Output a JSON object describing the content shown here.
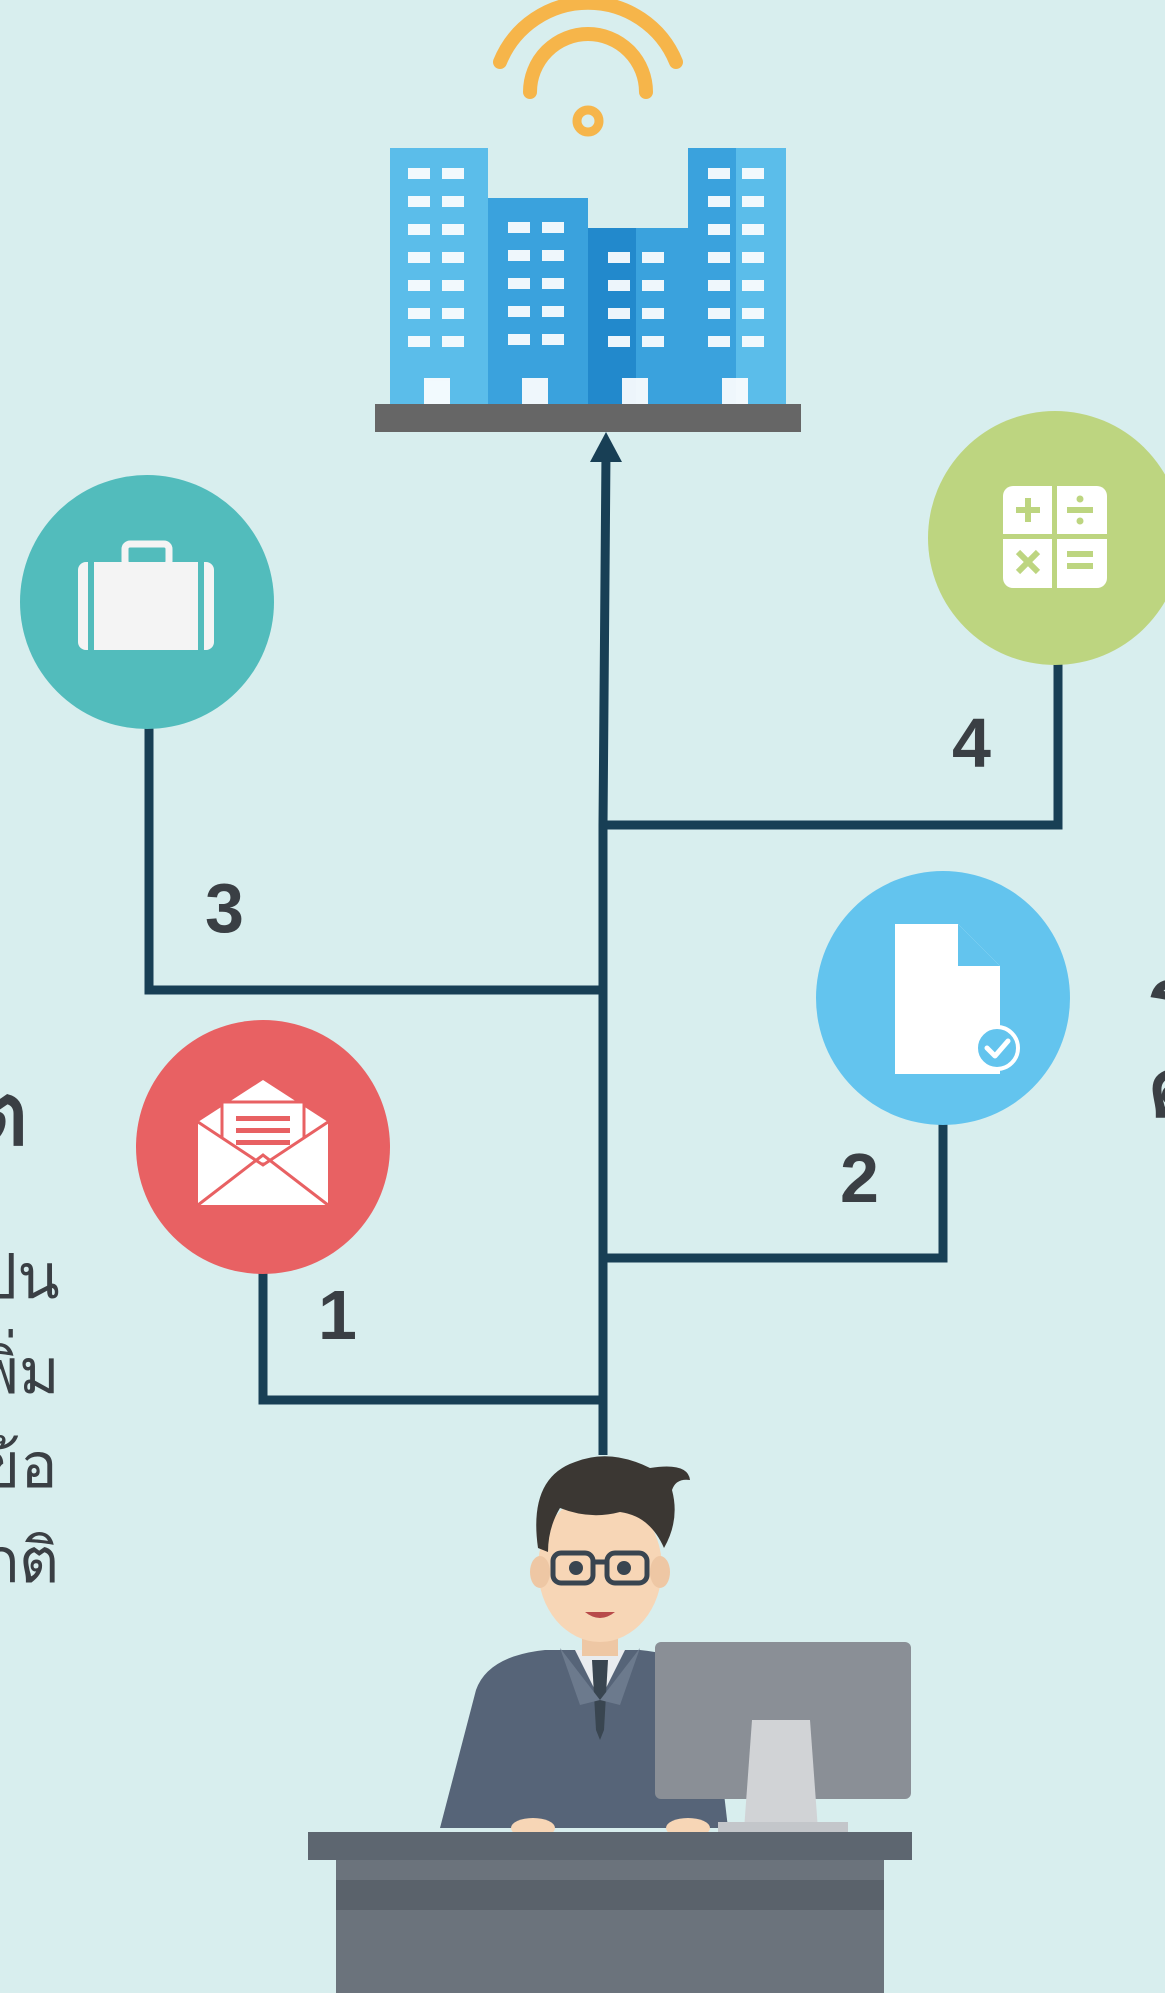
{
  "steps": [
    {
      "number": "1",
      "icon": "envelope-icon",
      "color": "#e86163"
    },
    {
      "number": "2",
      "icon": "document-check-icon",
      "color": "#63c4ee"
    },
    {
      "number": "3",
      "icon": "briefcase-icon",
      "color": "#52bcbc"
    },
    {
      "number": "4",
      "icon": "calculator-icon",
      "color": "#bdd580"
    }
  ],
  "left_text_fragments": {
    "heading_fragment": "ต",
    "lines": [
      "ปน",
      "พิ่ม",
      "ข้อ",
      "ภติ"
    ]
  },
  "right_text_fragments": [
    "ร",
    "ต"
  ],
  "colors": {
    "background": "#d8eeee",
    "line": "#183f55",
    "wifi": "#f6b54a",
    "building_light": "#5bbdea",
    "building_mid": "#3aa2dd",
    "building_dark": "#2289cc",
    "base": "#666666",
    "desk": "#5d6670"
  }
}
